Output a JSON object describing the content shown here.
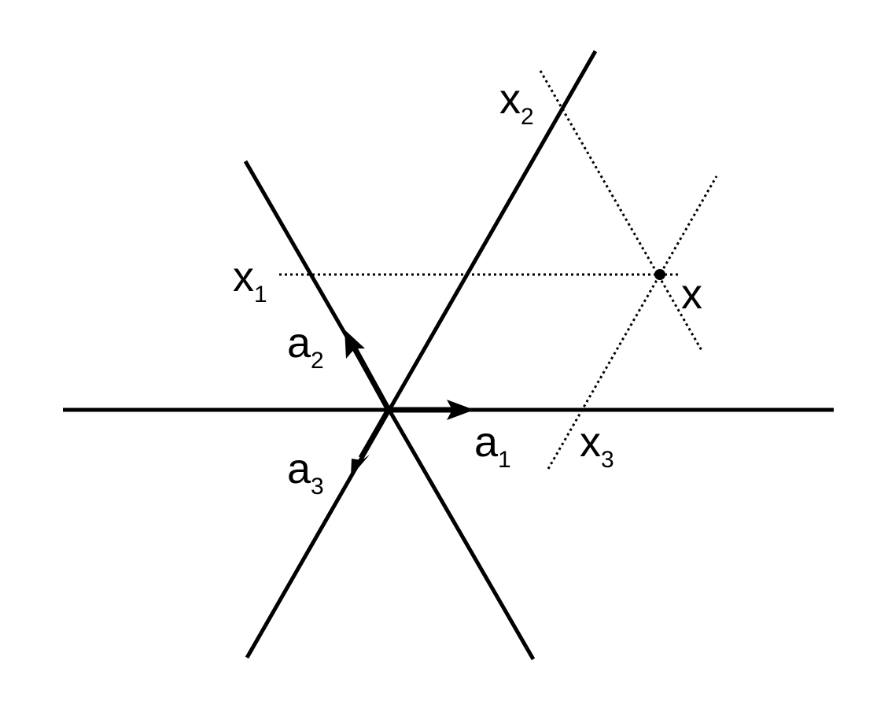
{
  "labels": {
    "a1": {
      "base": "a",
      "sub": "1"
    },
    "a2": {
      "base": "a",
      "sub": "2"
    },
    "a3": {
      "base": "a",
      "sub": "3"
    },
    "x1": {
      "base": "x",
      "sub": "1"
    },
    "x2": {
      "base": "x",
      "sub": "2"
    },
    "x3": {
      "base": "x",
      "sub": "3"
    },
    "x": {
      "base": "x"
    }
  }
}
